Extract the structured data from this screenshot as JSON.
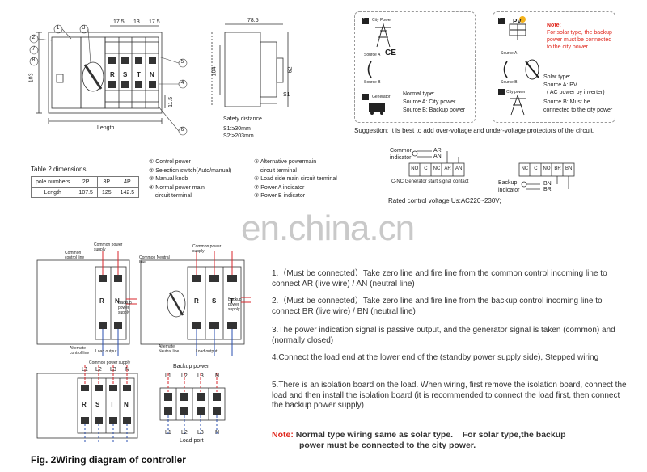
{
  "top_drawing": {
    "callouts": [
      "1",
      "2",
      "3",
      "4",
      "5",
      "6",
      "7",
      "8"
    ],
    "dim_labels": [
      "17.5",
      "13",
      "17.5"
    ],
    "height_label": "103",
    "bottom_label": "11.5",
    "length_label": "Length",
    "poles": [
      "R",
      "S",
      "T",
      "N"
    ]
  },
  "side_drawing": {
    "width": "78.5",
    "h1": "104",
    "h2": "52",
    "s1_label": "S1",
    "caption": "Safety distance",
    "s1": "S1:≥30mm",
    "s2": "S2:≥203mm"
  },
  "panel_normal": {
    "number": "I",
    "city_power": "City Power",
    "ce": "CE",
    "source_a": "Source A",
    "source_b": "Source B",
    "generator": "Generator",
    "type_title": "Normal type:",
    "line_a": "Source A: City power",
    "line_b": "Source B: Backup power"
  },
  "panel_solar": {
    "number": "II",
    "pv": "PV",
    "note_head": "Note:",
    "note_body": "For solar type, the backup power must be connected to the city power.",
    "source_a": "Source A",
    "source_b": "Source B",
    "city_power": "City power",
    "type_title": "Solar type:",
    "line_a": "Source A: PV",
    "line_a2": "( AC power by inverter)",
    "line_b": "Source B: Must be",
    "line_b2": "connected to the city power"
  },
  "suggestion": "Suggestion: It is best to add over-voltage and under-voltage protectors of the circuit.",
  "table_title": "Table 2 dimensions",
  "dim_table": {
    "header": [
      "pole numbers",
      "2P",
      "3P",
      "4P"
    ],
    "row": [
      "Length",
      "107.5",
      "125",
      "142.5"
    ]
  },
  "legend_left": [
    "① Control power",
    "② Selection switch(Auto/manual)",
    "③ Manual knob",
    "④ Normal power main",
    "    circuit terminal"
  ],
  "legend_right": [
    "⑤ Alternative powermain",
    "    circuit terminal",
    "⑥ Load side main circuit terminal",
    "⑦ Power A indicator",
    "⑧ Power B indicator"
  ],
  "terminals": {
    "common_indicator": "Common indicator",
    "ar": "AR",
    "an": "AN",
    "block1": [
      "NO",
      "C",
      "NC",
      "AR",
      "AN"
    ],
    "signal_caption": "C-NC Generator start signal contact",
    "block2": [
      "NC",
      "C",
      "NO",
      "BR",
      "BN"
    ],
    "backup_indicator": "Backup indicator",
    "bn": "BN",
    "br": "BR",
    "rated": "Rated control voltage Us:AC220~230V;"
  },
  "watermark": "en.china.cn",
  "wiring": {
    "common_power_supply": "Common power supply",
    "common_control_line": "Common control line",
    "backup_power_supply": "Backup power supply",
    "alternate_control_line": "Alternate control line",
    "load_output": "Load output",
    "common_neutral_line": "Common Neutral line",
    "alternate_neutral_line": "Alternate Neutral line",
    "backup_power": "Backup power",
    "load_port": "Load port",
    "poles2": [
      "R",
      "N"
    ],
    "poles3": [
      "R",
      "S",
      "T"
    ],
    "poles4": [
      "R",
      "S",
      "T",
      "N"
    ],
    "lines": [
      "L1",
      "L2",
      "L3",
      "N"
    ],
    "lines_b": [
      "L1",
      "L2",
      "L3",
      "N"
    ]
  },
  "steps": [
    "1.（Must be connected）Take zero line and fire line from the common control incoming line to connect AR (live wire) / AN (neutral line)",
    "2.（Must be connected）Take zero line and fire line from the backup control incoming line to connect BR (live wire) / BN (neutral line)",
    "3.The power indication signal is passive output, and the generator signal is taken (common) and (normally closed)",
    "4.Connect the load end at the lower end of the (standby power supply side), Stepped wiring",
    "5.There is an isolation board on the load. When wiring, first remove the isolation board, connect the load and then install the isolation board (it is recommended to connect the load first, then connect the backup power supply)"
  ],
  "note": {
    "label": "Note:",
    "line1": "Normal type wiring same as solar type.    For solar type,the backup",
    "line2": "power must be connected to the city power."
  },
  "caption": "Fig. 2Wiring diagram of controller",
  "colors": {
    "note_red": "#e0281e",
    "wire_red": "#d8262b",
    "wire_blue": "#2a4fb0",
    "ink": "#222222"
  }
}
